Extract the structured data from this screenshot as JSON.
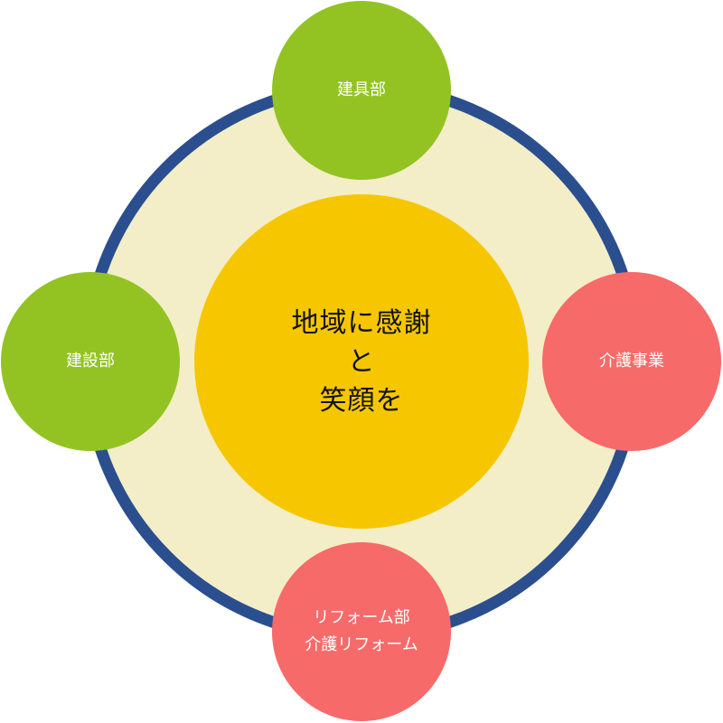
{
  "center": {
    "lines": [
      "地域に感謝",
      "と",
      "笑顔を"
    ]
  },
  "nodes": {
    "top": {
      "lines": [
        "建具部"
      ]
    },
    "left": {
      "lines": [
        "建設部"
      ]
    },
    "right": {
      "lines": [
        "介護事業"
      ]
    },
    "bottom": {
      "lines": [
        "リフォーム部",
        "介護リフォーム"
      ]
    }
  },
  "colors": {
    "ring_border": "#2b4f8e",
    "ring_fill": "#f3eec7",
    "center_fill": "#f6c700",
    "green_node": "#93c322",
    "red_node": "#f76a6a"
  }
}
